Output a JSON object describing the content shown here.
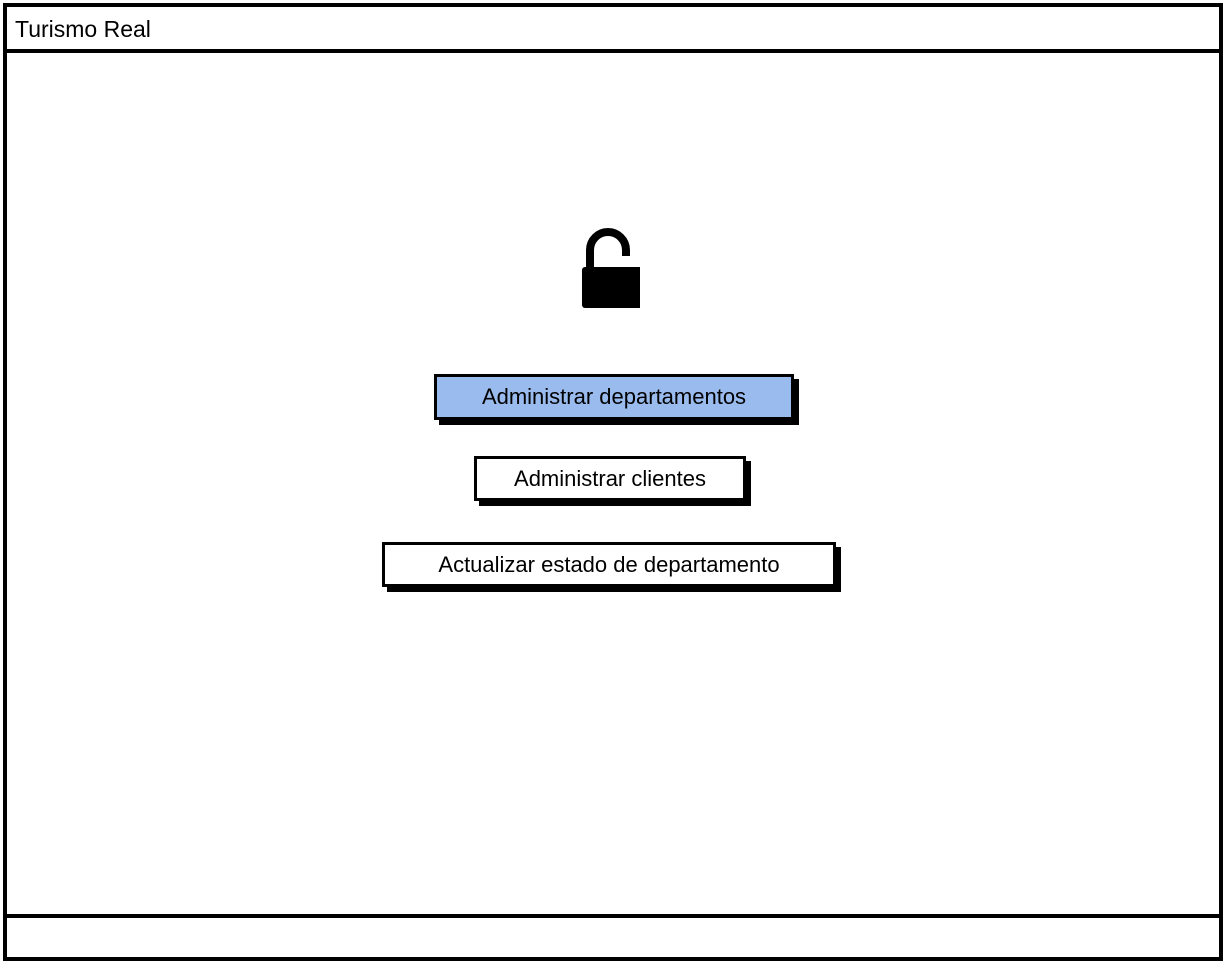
{
  "window": {
    "title": "Turismo Real"
  },
  "main": {
    "icon": "unlock-icon",
    "buttons": [
      {
        "label": "Administrar departamentos",
        "active": true,
        "color": "#99bbee"
      },
      {
        "label": "Administrar clientes",
        "active": false
      },
      {
        "label": "Actualizar estado de departamento",
        "active": false
      }
    ]
  },
  "status_bar": {
    "text": ""
  }
}
